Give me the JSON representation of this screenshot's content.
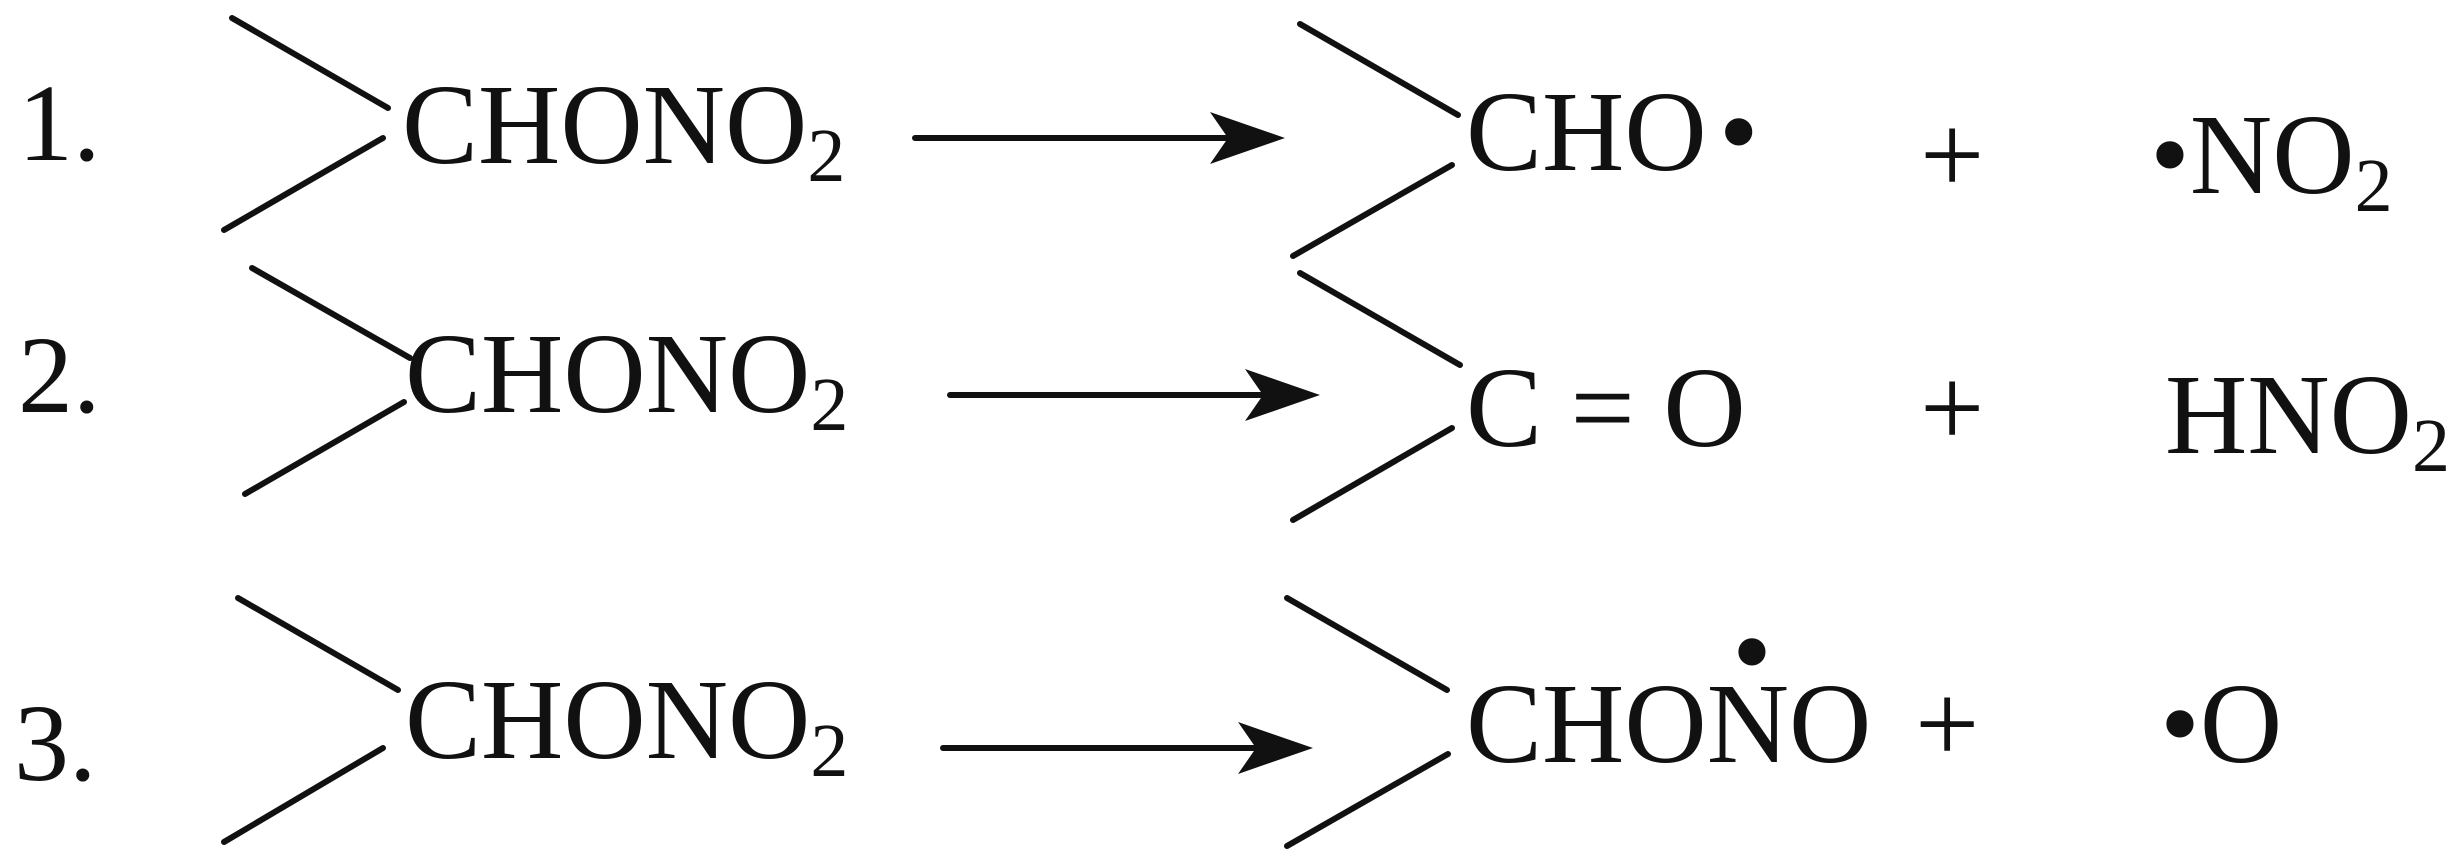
{
  "reactions": [
    {
      "number": "1.",
      "reactant": {
        "text": "CHONO",
        "sub": "2"
      },
      "product_a": {
        "text": "CHO",
        "radical_dot": "•"
      },
      "plus": "+",
      "product_b": {
        "dot": "•",
        "text": "NO",
        "sub": "2"
      }
    },
    {
      "number": "2.",
      "reactant": {
        "text": "CHONO",
        "sub": "2"
      },
      "product_a": {
        "text": "C = O"
      },
      "plus": "+",
      "product_b": {
        "text": "HNO",
        "sub": "2"
      }
    },
    {
      "number": "3.",
      "reactant": {
        "text": "CHONO",
        "sub": "2"
      },
      "product_a": {
        "text": "CHONO",
        "radical_dot": "•"
      },
      "plus": "+",
      "product_b": {
        "dot": "•",
        "text": "O"
      }
    }
  ]
}
